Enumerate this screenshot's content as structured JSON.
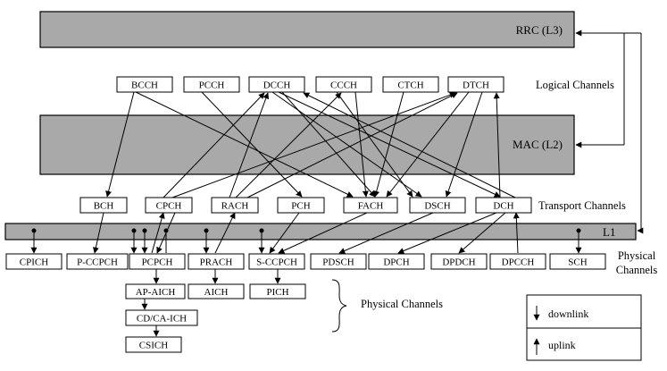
{
  "layers": {
    "rrc": "RRC (L3)",
    "mac": "MAC (L2)",
    "l1": "L1"
  },
  "labels": {
    "logical": "Logical Channels",
    "transport": "Transport Channels",
    "physical_right_1": "Physical",
    "physical_right_2": "Channels",
    "physical_mid": "Physical Channels"
  },
  "logical_channels": [
    "BCCH",
    "PCCH",
    "DCCH",
    "CCCH",
    "CTCH",
    "DTCH"
  ],
  "transport_channels": [
    "BCH",
    "CPCH",
    "RACH",
    "PCH",
    "FACH",
    "DSCH",
    "DCH"
  ],
  "physical_channels": [
    "CPICH",
    "P-CCPCH",
    "PCPCH",
    "PRACH",
    "S-CCPCH",
    "PDSCH",
    "DPCH",
    "DPDCH",
    "DPCCH",
    "SCH"
  ],
  "sub_channels": [
    "AP-AICH",
    "CD/CA-ICH",
    "CSICH",
    "AICH",
    "PICH"
  ],
  "legend": {
    "downlink": "downlink",
    "uplink": "uplink"
  }
}
